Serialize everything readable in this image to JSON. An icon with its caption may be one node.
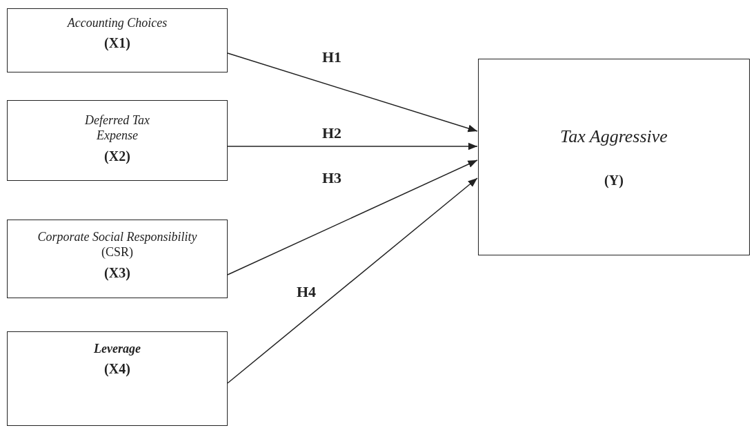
{
  "diagram": {
    "nodes": [
      {
        "text": [
          "Accounting Choices",
          "(X1)"
        ]
      },
      {
        "text": [
          "Deferred Tax Expense",
          "(X2)"
        ]
      },
      {
        "text": [
          "*Corporate Social Responsibility* (CSR)",
          "(X3)"
        ]
      },
      {
        "text": [
          "Leverage",
          "(X4)"
        ]
      },
      {
        "text": [
          "Tax Aggressive",
          "(Y)"
        ]
      }
    ],
    "edges": [
      {
        "from": 0,
        "to": 4,
        "arrow": "to",
        "label": "H1"
      },
      {
        "from": 1,
        "to": 4,
        "arrow": "to",
        "label": "H2"
      },
      {
        "from": 2,
        "to": 4,
        "arrow": "to",
        "label": "H3"
      },
      {
        "from": 3,
        "to": 4,
        "arrow": "to",
        "label": "H4"
      }
    ]
  }
}
